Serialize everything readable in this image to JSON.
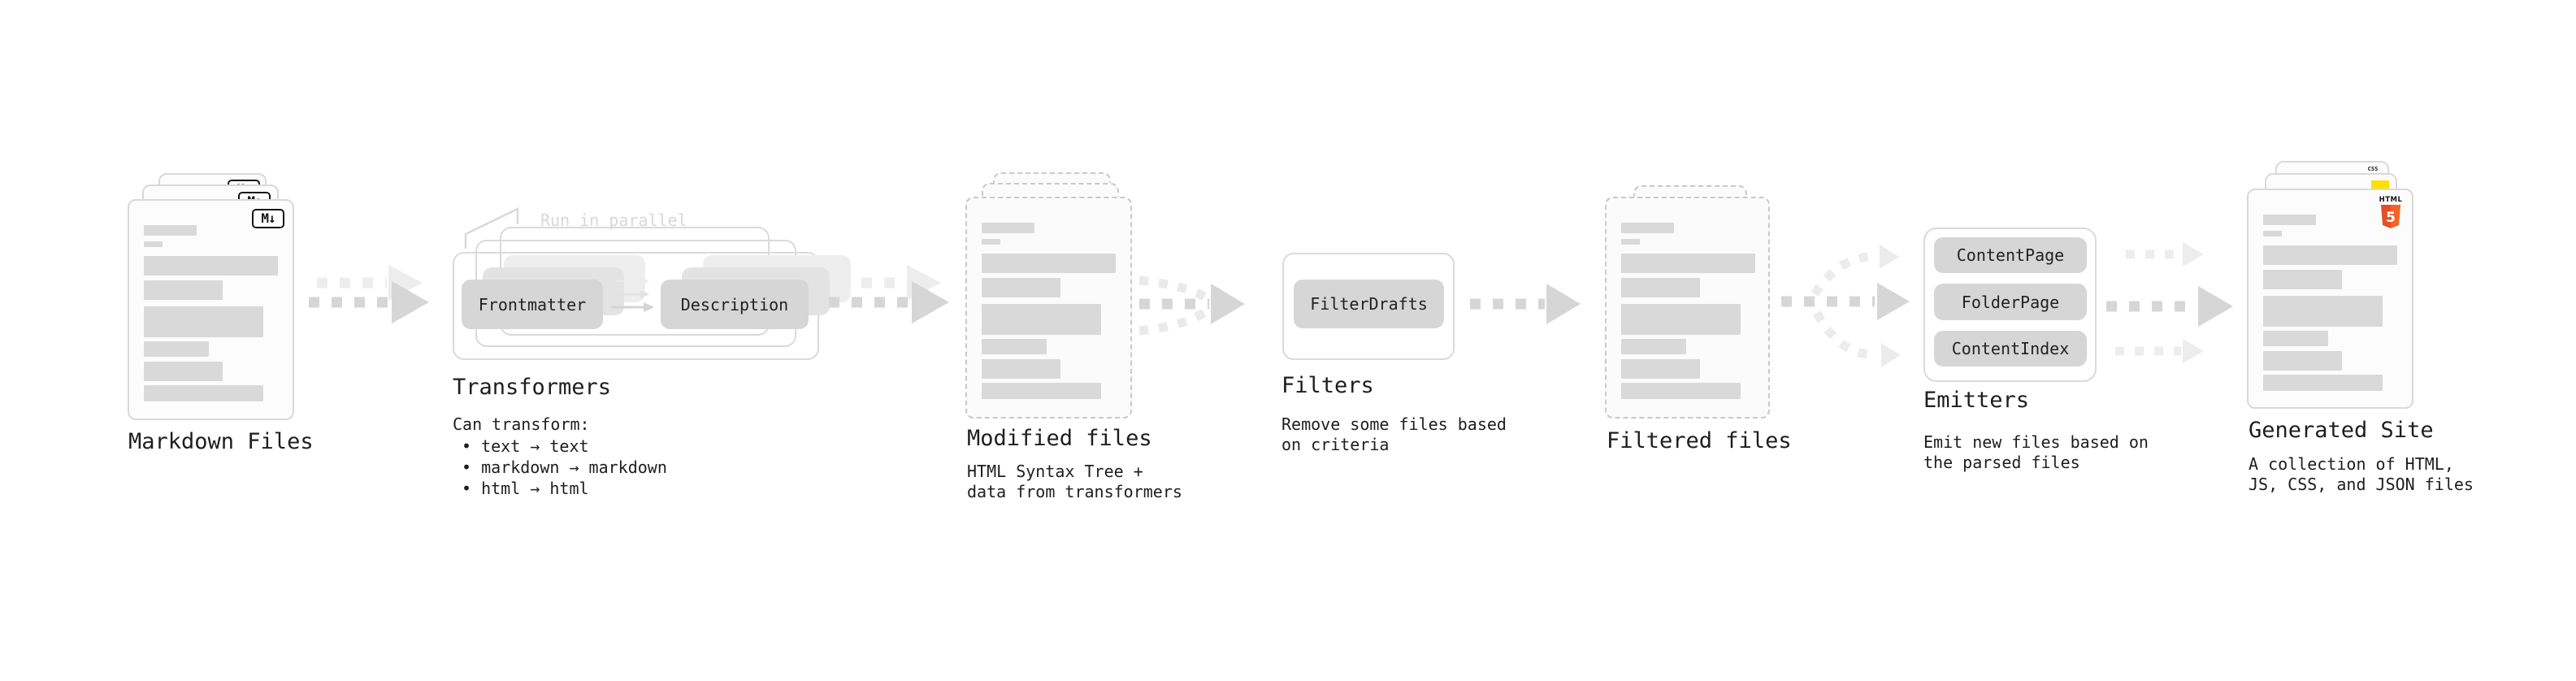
{
  "diagram": {
    "stages": {
      "markdown": {
        "title": "Markdown Files"
      },
      "transformers": {
        "title": "Transformers",
        "note": "Run in parallel",
        "desc": "Can transform:",
        "bullets": [
          "• text → text",
          "• markdown → markdown",
          "• html → html"
        ],
        "pills": [
          "Frontmatter",
          "Description"
        ]
      },
      "modified": {
        "title": "Modified files",
        "desc1": "HTML Syntax Tree +",
        "desc2": "data from transformers"
      },
      "filters": {
        "title": "Filters",
        "desc1": "Remove some files based",
        "desc2": "on criteria",
        "pill": "FilterDrafts"
      },
      "filtered": {
        "title": "Filtered files"
      },
      "emitters": {
        "title": "Emitters",
        "desc1": "Emit new files based on",
        "desc2": "the parsed files",
        "pills": [
          "ContentPage",
          "FolderPage",
          "ContentIndex"
        ]
      },
      "generated": {
        "title": "Generated Site",
        "desc1": "A collection of HTML,",
        "desc2": "JS, CSS, and JSON files"
      }
    },
    "icons": {
      "markdown_badge": "M↓",
      "css_badge": "CSS",
      "html5_label": "HTML",
      "html5_number": "5"
    },
    "colors": {
      "text": "#1e1e1e",
      "skeleton_bar": "#d9d9d9",
      "arrow_main": "#d6d6d6",
      "arrow_faint": "#ededed",
      "html5_orange": "#e34f26",
      "js_yellow": "#ffdf00",
      "css_blue": "#2962ff"
    }
  }
}
